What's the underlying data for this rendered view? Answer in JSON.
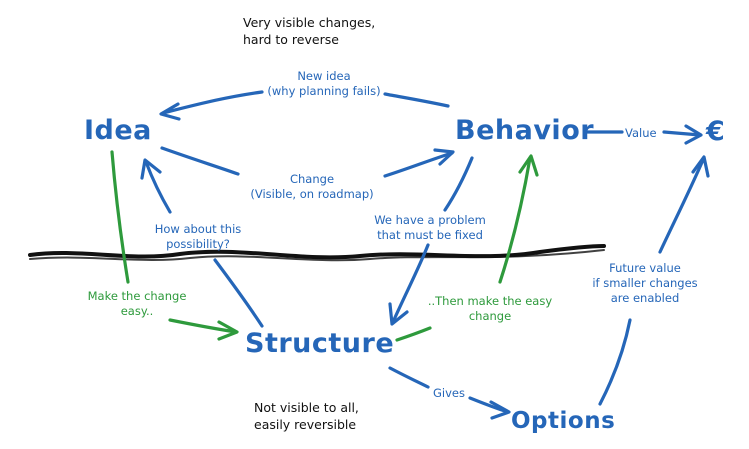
{
  "colors": {
    "blue": "#2566b8",
    "green": "#2e9a3c",
    "black": "#111111"
  },
  "nodes": {
    "idea": "Idea",
    "behavior": "Behavior",
    "structure": "Structure",
    "options": "Options",
    "euro": "€"
  },
  "notes": {
    "top": "Very visible changes,\nhard to reverse",
    "bottom": "Not visible to all,\neasily reversible"
  },
  "edges": {
    "new_idea": "New idea\n(why planning fails)",
    "change": "Change\n(Visible, on roadmap)",
    "value": "Value",
    "how_about": "How about this\npossibility?",
    "problem": "We have a problem\nthat must be fixed",
    "future_value": "Future value\nif smaller changes\nare enabled",
    "make_easy": "Make the change\neasy..",
    "then_easy": "..Then make the easy\nchange",
    "gives": "Gives"
  },
  "icons": {
    "arrowhead": "arrowhead-icon"
  }
}
